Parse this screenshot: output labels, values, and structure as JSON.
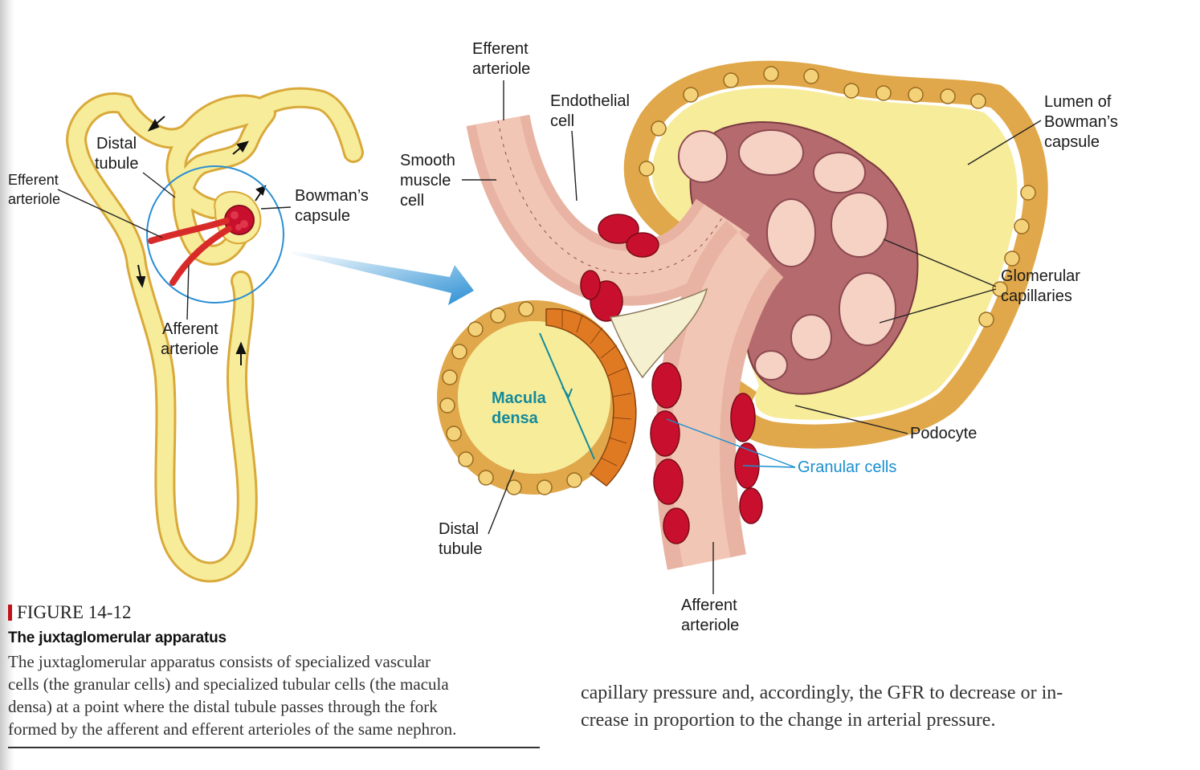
{
  "left_diagram": {
    "distal_tubule": [
      "Distal",
      "tubule"
    ],
    "efferent_arteriole": [
      "Efferent",
      "arteriole"
    ],
    "bowmans_capsule": [
      "Bowman’s",
      "capsule"
    ],
    "afferent_arteriole": [
      "Afferent",
      "arteriole"
    ]
  },
  "right_diagram": {
    "efferent_arteriole": [
      "Efferent",
      "arteriole"
    ],
    "endothelial_cell": [
      "Endothelial",
      "cell"
    ],
    "smooth_muscle_cell": [
      "Smooth",
      "muscle",
      "cell"
    ],
    "lumen_bowmans_capsule": [
      "Lumen of",
      "Bowman’s",
      "capsule"
    ],
    "glomerular_capillaries": [
      "Glomerular",
      "capillaries"
    ],
    "macula_densa": [
      "Macula",
      "densa"
    ],
    "podocyte": "Podocyte",
    "granular_cells": "Granular cells",
    "distal_tubule": [
      "Distal",
      "tubule"
    ],
    "afferent_arteriole": [
      "Afferent",
      "arteriole"
    ]
  },
  "caption": {
    "figure_number": "FIGURE 14-12",
    "title": "The juxtaglomerular apparatus",
    "lines": [
      "The juxtaglomerular apparatus consists of specialized vascular",
      "cells (the granular cells) and specialized tubular cells (the macula",
      "densa) at a point where the distal tubule passes through the fork",
      "formed by the afferent and efferent arterioles of the same nephron."
    ]
  },
  "body_text": {
    "lines": [
      "capillary pressure and, accordingly, the GFR to decrease or in-",
      "crease in proportion to the change in arterial pressure."
    ]
  },
  "colors": {
    "tubule_fill": "#f7ec9a",
    "tubule_outline": "#d9a93a",
    "blood_red": "#c8102e",
    "vessel_pink": "#f2c6b4",
    "macula_orange": "#e07a22",
    "zoom_circle": "#2a8fd4",
    "caption_bar": "#c0121b"
  }
}
